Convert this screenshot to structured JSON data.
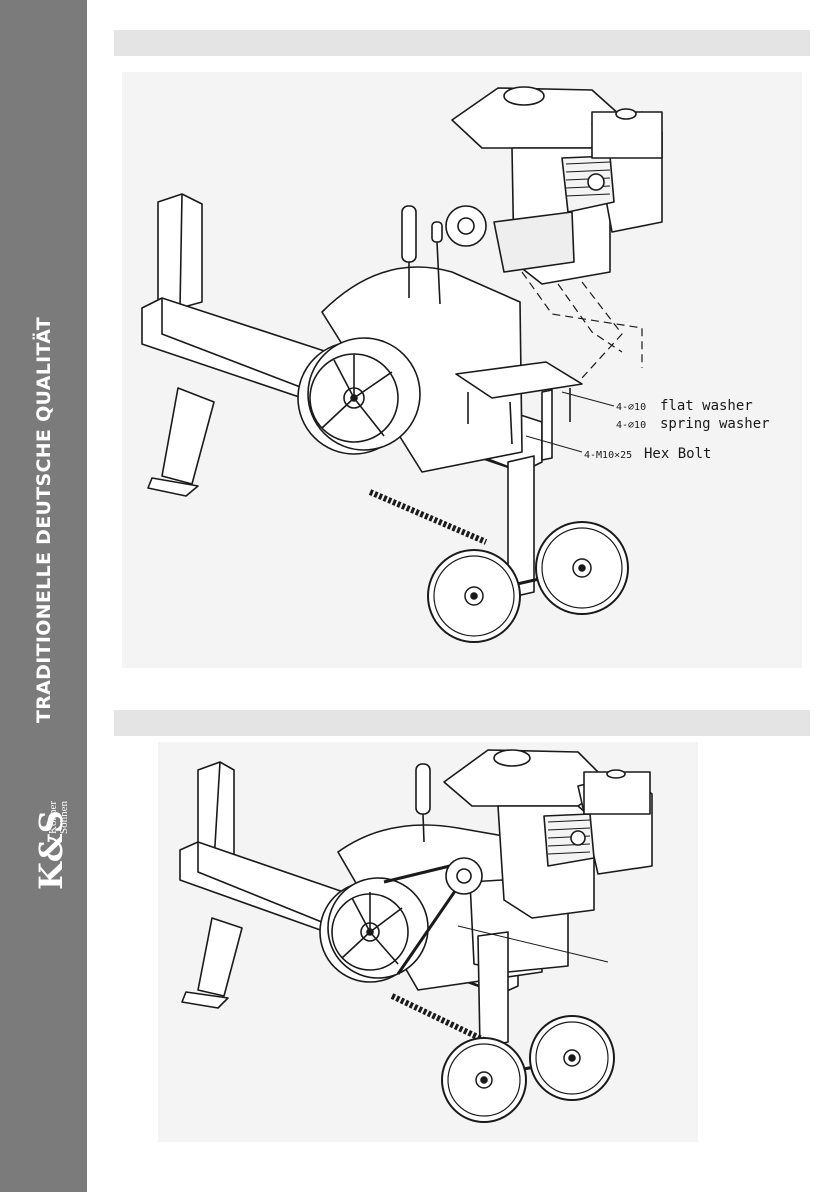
{
  "sidebar": {
    "title": "TRADITIONELLE DEUTSCHE QUALITÄT",
    "logo": {
      "mark": "K&S",
      "name_top": "Könner",
      "amp": "&",
      "name_bottom": "Söhnen"
    }
  },
  "figure1": {
    "callouts": {
      "flat_washer": {
        "qty": "4-⌀10",
        "label": "flat washer"
      },
      "spring_washer": {
        "qty": "4-⌀10",
        "label": "spring washer"
      },
      "hex_bolt": {
        "qty": "4-M10×25",
        "label": "Hex Bolt"
      }
    }
  },
  "colors": {
    "sidebar": "#7b7b7b",
    "header_bar": "#e4e4e4",
    "figure_bg": "#f4f4f4",
    "line": "#1a1a1a"
  }
}
